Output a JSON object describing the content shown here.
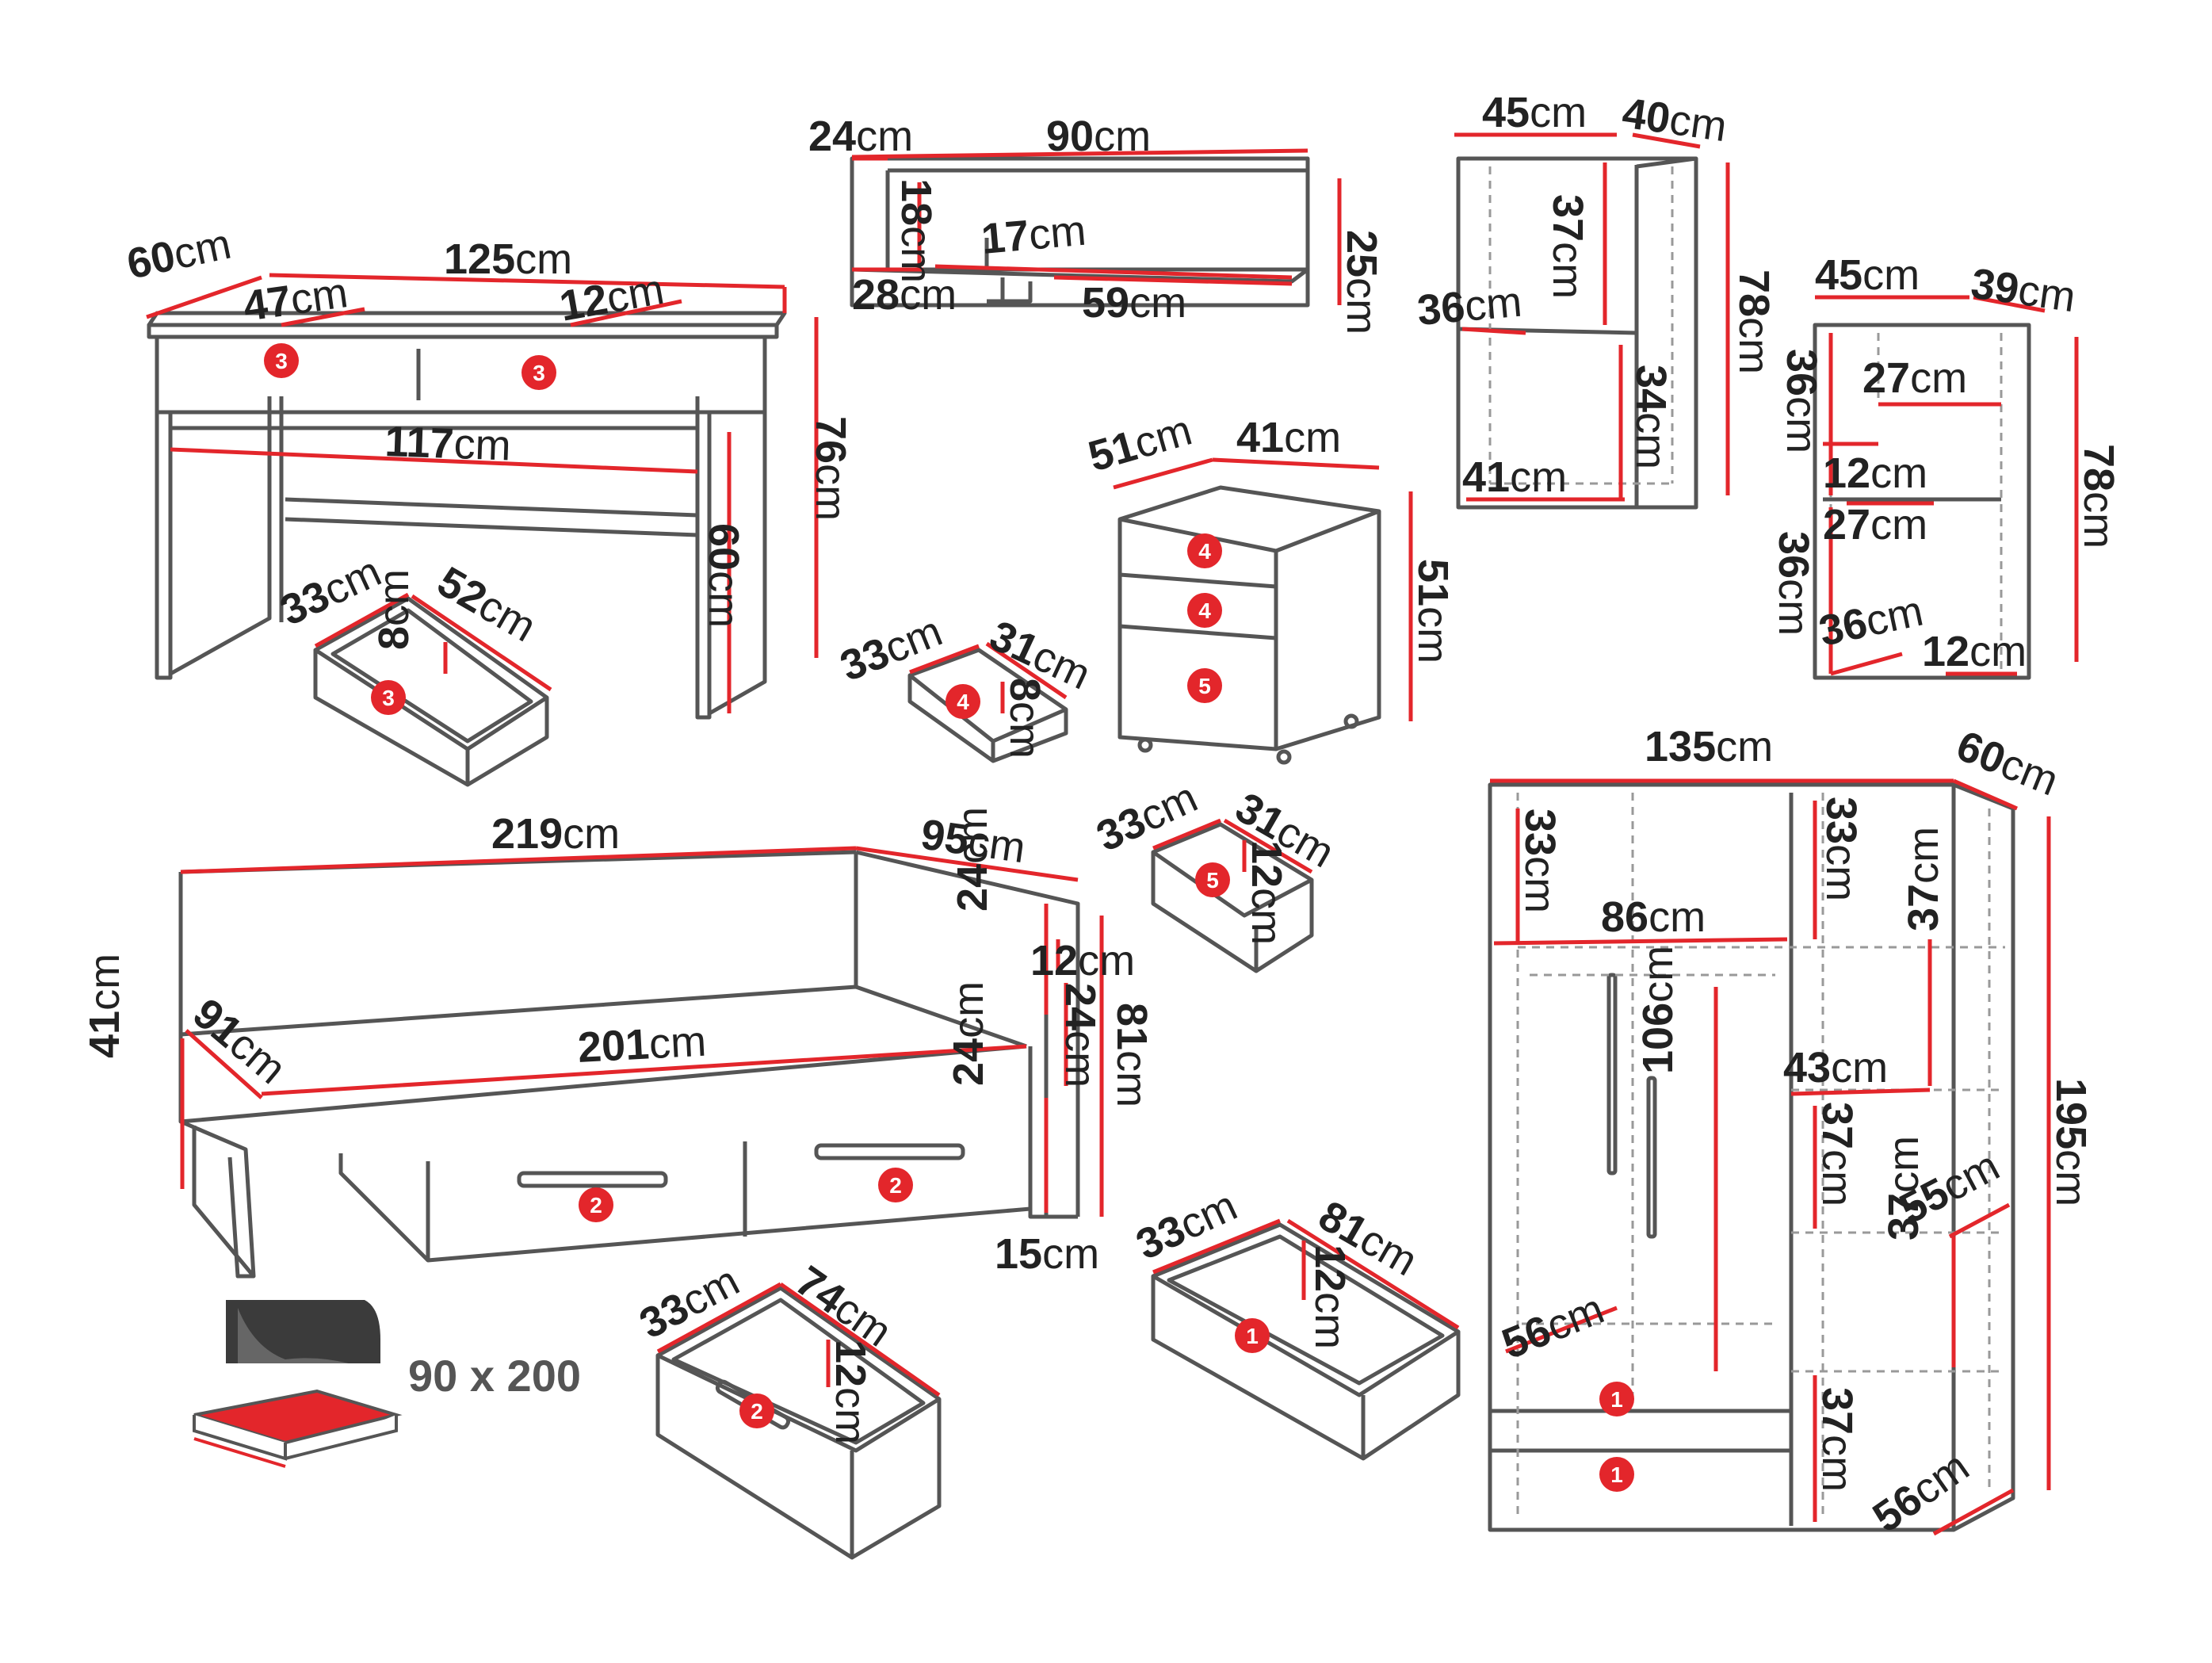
{
  "colors": {
    "line": "#555555",
    "dim": "#e3262b",
    "text": "#222222",
    "badge": "#e3262b",
    "badge_text": "#ffffff",
    "grey_text": "#555555"
  },
  "unit": "cm",
  "desk": {
    "width": "125",
    "depth": "60",
    "inner_width": "117",
    "leg_height": "60",
    "height": "76",
    "drawer_front_left": "47",
    "drawer_front_right": "12",
    "drawer_badge": "3",
    "drawer_depth": "33",
    "drawer_width": "52",
    "drawer_height": "8"
  },
  "shelf": {
    "depth": "24",
    "width": "90",
    "height": "25",
    "inner_height": "18",
    "mid_height": "17",
    "left_width": "28",
    "right_width": "59"
  },
  "cabinet": {
    "width": "45",
    "depth": "40",
    "height": "78",
    "shelf_width": "36",
    "upper_height": "37",
    "lower_height": "34",
    "base_width": "41"
  },
  "bookcase": {
    "width": "45",
    "depth": "39",
    "height": "78",
    "top_inner": "27",
    "upper_height": "36",
    "middle_gap": "12",
    "mid_inner": "27",
    "lower_height": "36",
    "shelf_depth": "36",
    "base_gap": "12"
  },
  "container": {
    "depth": "51",
    "width": "41",
    "height": "51",
    "badges": [
      "4",
      "4",
      "5"
    ],
    "small_drawer": {
      "depth": "33",
      "width": "31",
      "height": "8",
      "badge": "4"
    },
    "large_drawer": {
      "depth": "33",
      "width": "31",
      "height": "12",
      "badge": "5"
    }
  },
  "bed": {
    "length": "219",
    "headboard_width": "95",
    "mattress_length": "201",
    "mattress_width": "91",
    "height": "41",
    "side_top": "24",
    "side_gap": "12",
    "side_mid": "24",
    "side_total": "81",
    "side_low": "24",
    "side_depth": "15",
    "drawer_badges": [
      "2",
      "2"
    ],
    "drawer": {
      "depth": "33",
      "width": "74",
      "height": "12",
      "badge": "2"
    }
  },
  "mattress_size": "90 x 200",
  "wardrobe": {
    "width": "135",
    "depth": "60",
    "height": "195",
    "top_left": "33",
    "top_right": "33",
    "rail_width": "86",
    "hang_height": "106",
    "right_shelf_1": "37",
    "shelf_width": "43",
    "right_shelf_2": "37",
    "right_shelf_3": "37",
    "right_shelf_4": "37",
    "inner_depth_left": "56",
    "shelf_depth": "55",
    "inner_depth_right": "56",
    "drawer_badges": [
      "1",
      "1"
    ],
    "drawer": {
      "depth": "33",
      "width": "81",
      "height": "12",
      "badge": "1"
    }
  }
}
